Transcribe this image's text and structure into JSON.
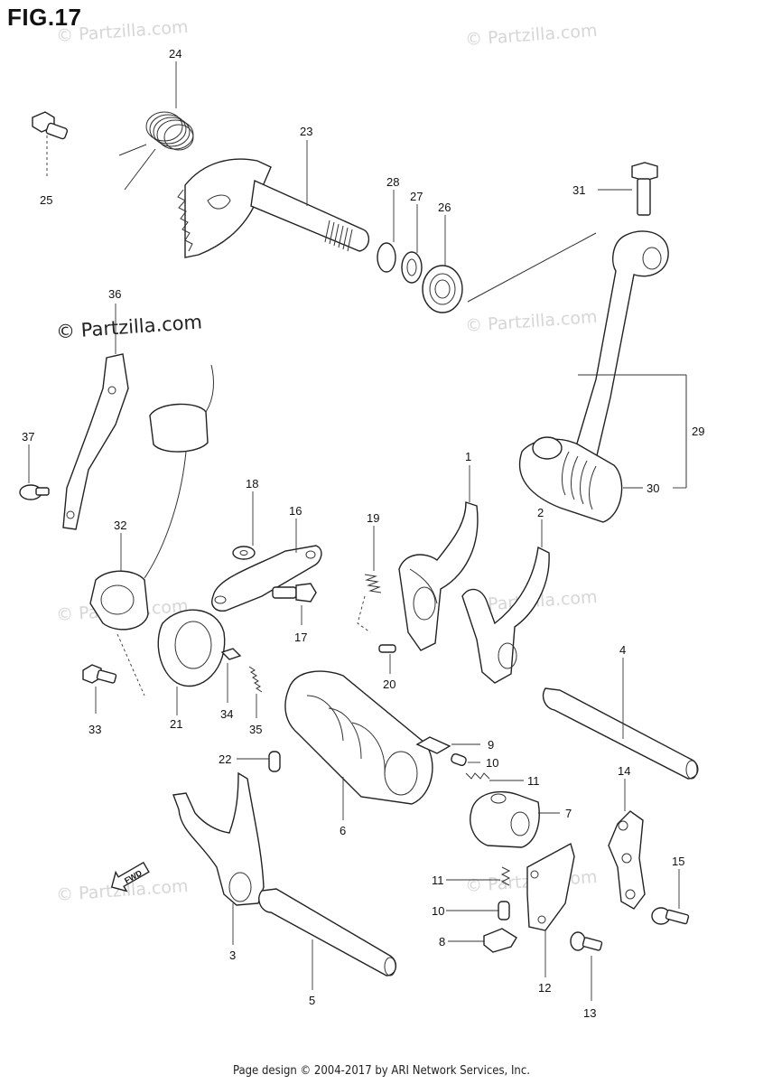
{
  "figure": {
    "title": "FIG.17"
  },
  "watermarks": {
    "faint_text": "© Partzilla.com",
    "main_text": "© Partzilla.com"
  },
  "footer": {
    "text": "Page design © 2004-2017 by ARI Network Services, Inc."
  },
  "parts": [
    {
      "id": "1",
      "label": "1"
    },
    {
      "id": "2",
      "label": "2"
    },
    {
      "id": "3",
      "label": "3"
    },
    {
      "id": "4",
      "label": "4"
    },
    {
      "id": "5",
      "label": "5"
    },
    {
      "id": "6",
      "label": "6"
    },
    {
      "id": "7",
      "label": "7"
    },
    {
      "id": "8",
      "label": "8"
    },
    {
      "id": "9",
      "label": "9"
    },
    {
      "id": "10a",
      "label": "10"
    },
    {
      "id": "10b",
      "label": "10"
    },
    {
      "id": "11a",
      "label": "11"
    },
    {
      "id": "11b",
      "label": "11"
    },
    {
      "id": "12",
      "label": "12"
    },
    {
      "id": "13",
      "label": "13"
    },
    {
      "id": "14",
      "label": "14"
    },
    {
      "id": "15",
      "label": "15"
    },
    {
      "id": "16",
      "label": "16"
    },
    {
      "id": "17",
      "label": "17"
    },
    {
      "id": "18",
      "label": "18"
    },
    {
      "id": "19",
      "label": "19"
    },
    {
      "id": "20",
      "label": "20"
    },
    {
      "id": "21",
      "label": "21"
    },
    {
      "id": "22",
      "label": "22"
    },
    {
      "id": "23",
      "label": "23"
    },
    {
      "id": "24",
      "label": "24"
    },
    {
      "id": "25",
      "label": "25"
    },
    {
      "id": "26",
      "label": "26"
    },
    {
      "id": "27",
      "label": "27"
    },
    {
      "id": "28",
      "label": "28"
    },
    {
      "id": "29",
      "label": "29"
    },
    {
      "id": "30",
      "label": "30"
    },
    {
      "id": "31",
      "label": "31"
    },
    {
      "id": "32",
      "label": "32"
    },
    {
      "id": "33",
      "label": "33"
    },
    {
      "id": "34",
      "label": "34"
    },
    {
      "id": "35",
      "label": "35"
    },
    {
      "id": "36",
      "label": "36"
    },
    {
      "id": "37",
      "label": "37"
    }
  ],
  "direction_marker": {
    "text": "FWD",
    "icon": "arrow-forward-icon"
  }
}
